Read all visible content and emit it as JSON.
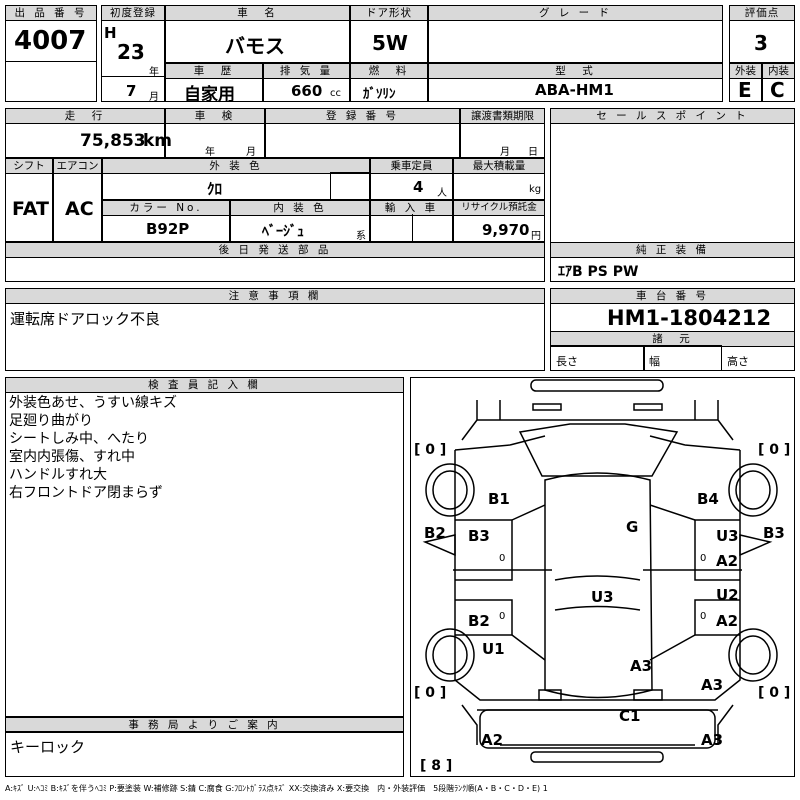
{
  "header": {
    "lot_label": "出 品 番 号",
    "lot": "4007",
    "first_reg_label": "初度登録",
    "era": "H",
    "year": "23",
    "year_unit": "年",
    "month": "7",
    "month_unit": "月",
    "car_name_label": "車　名",
    "car_name": "バモス",
    "door_label": "ドア形状",
    "door": "5W",
    "grade_label": "グ レ ー ド",
    "grade": "",
    "score_label": "評価点",
    "score": "3",
    "history_label": "車　歴",
    "history": "自家用",
    "displacement_label": "排 気 量",
    "displacement": "660",
    "displacement_unit": "cc",
    "fuel_label": "燃　料",
    "fuel": "ｶﾞｿﾘﾝ",
    "model_label": "型　式",
    "model": "ABA-HM1",
    "exterior_label": "外装",
    "exterior": "E",
    "interior_label": "内装",
    "interior": "C"
  },
  "row2": {
    "mileage_label": "走　行",
    "mileage": "75,853",
    "mileage_unit": "km",
    "inspection_label": "車　検",
    "inspection_year_unit": "年",
    "inspection_month_unit": "月",
    "reg_no_label": "登 録 番 号",
    "transfer_label": "譲渡書類期限",
    "transfer_month_unit": "月",
    "transfer_day_unit": "日",
    "sales_point_label": "セ ー ル ス ポ イ ン ト",
    "shift_label": "シフト",
    "shift": "FAT",
    "ac_label": "エアコン",
    "ac": "AC",
    "ext_color_label": "外 装 色",
    "ext_color": "ｸﾛ",
    "seats_label": "乗車定員",
    "seats": "4",
    "seats_unit": "人",
    "load_label": "最大積載量",
    "load_unit": "kg",
    "color_no_label": "カラー No.",
    "color_no": "B92P",
    "int_color_label": "内 装 色",
    "int_color": "ﾍﾞｰｼﾞｭ",
    "int_color_unit": "系",
    "import_label": "輸 入 車",
    "recycle_label": "リサイクル預託金",
    "recycle": "9,970",
    "recycle_unit": "円",
    "later_parts_label": "後 日 発 送 部 品",
    "equipment_label": "純 正 装 備",
    "equipment": "ｴｱB PS PW"
  },
  "caution": {
    "label": "注 意 事 項 欄",
    "text": "運転席ドアロック不良"
  },
  "chassis": {
    "label": "車 台 番 号",
    "number": "HM1-1804212",
    "specs_label": "諸　元",
    "length_label": "長さ",
    "width_label": "幅",
    "height_label": "高さ"
  },
  "inspector": {
    "label": "検 査 員 記 入 欄",
    "lines": [
      "外装色あせ、うすい線キズ",
      "足廻り曲がり",
      "シートしみ中、へたり",
      "室内内張傷、すれ中",
      "ハンドルすれ大",
      "右フロントドア閉まらず"
    ]
  },
  "office": {
    "label": "事 務 局 よ り ご 案 内",
    "text": "キーロック"
  },
  "diagram": {
    "tire_fl": "[ 0 ]",
    "tire_fr": "[ 0 ]",
    "tire_rl": "[ 0 ]",
    "tire_rr": "[ 0 ]",
    "spare": "[ 8 ]",
    "marks": {
      "b1": "B1",
      "b4": "B4",
      "b2_left": "B2",
      "b3_right": "B3",
      "b3_left": "B3",
      "g": "G",
      "u3_right": "U3",
      "a2_right_top": "A2",
      "u3_center": "U3",
      "u2": "U2",
      "a2_right_mid": "A2",
      "b2_inner": "B2",
      "u1": "U1",
      "a3_center": "A3",
      "a3_right": "A3",
      "c1": "C1",
      "a2_bottom": "A2",
      "a3_bottom": "A3",
      "zero_1": "0",
      "zero_2": "0",
      "zero_3": "0",
      "zero_4": "0"
    }
  },
  "legend": "A:ｷｽﾞ U:ﾍｺﾐ B:ｷｽﾞを伴うﾍｺﾐ P:要塗装 W:補修跡 S:錆 C:腐食 G:ﾌﾛﾝﾄｶﾞﾗｽ点ｷｽﾞ XX:交換済み X:要交換　内・外装評価　5段階ﾗﾝｸ順(A・B・C・D・E) 1"
}
